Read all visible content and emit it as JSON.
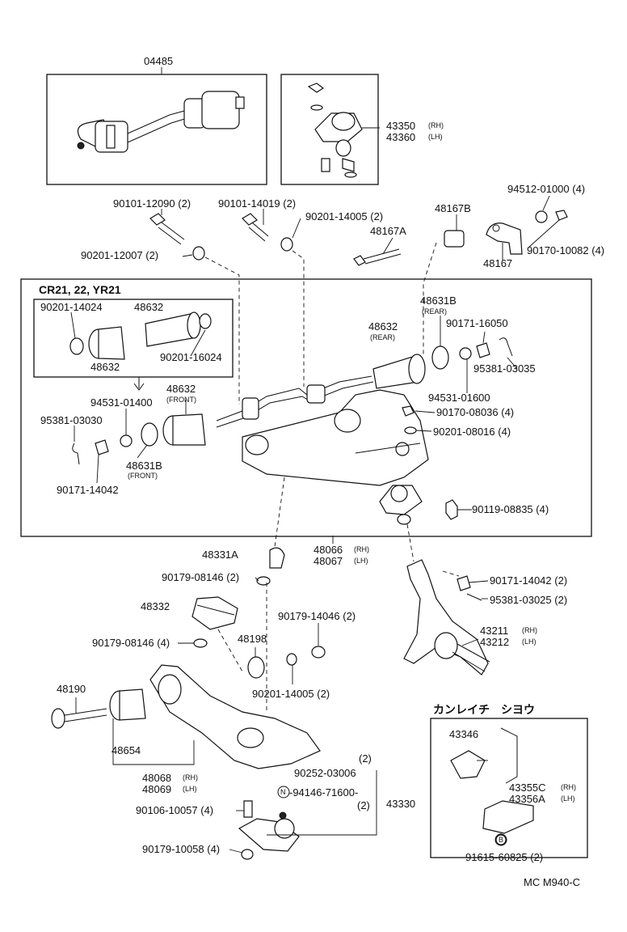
{
  "subgroup": {
    "title": "CR21, 22, YR21"
  },
  "inset": {
    "title": "カンレイチ　シヨウ"
  },
  "footer": {
    "code": "MC M940-C"
  },
  "labels": {
    "p04485": "04485",
    "p43350": "43350",
    "p43350q": "(RH)",
    "p43360": "43360",
    "p43360q": "(LH)",
    "p90101_12090": "90101-12090 (2)",
    "p90101_14019": "90101-14019 (2)",
    "p90201_14005a": "90201-14005 (2)",
    "p48167B": "48167B",
    "p48167A": "48167A",
    "p94512": "94512-01000 (4)",
    "p90201_12007": "90201-12007 (2)",
    "p48167": "48167",
    "p90170_10082": "90170-10082 (4)",
    "p90201_14024": "90201-14024",
    "p48632_inner": "48632",
    "p90201_16024": "90201-16024",
    "p48632_innerb": "48632",
    "p48631B_rear": "48631B",
    "p48631B_rear_q": "(REAR)",
    "p48632_rear": "48632",
    "p48632_rear_q": "(REAR)",
    "p90171_16050": "90171-16050",
    "p95381_03035": "95381-03035",
    "p94531_01600": "94531-01600",
    "p90170_08036": "90170-08036 (4)",
    "p90201_08016": "90201-08016 (4)",
    "p48632_front": "48632",
    "p48632_front_q": "(FRONT)",
    "p94531_01400": "94531-01400",
    "p95381_03030": "95381-03030",
    "p48631B_front": "48631B",
    "p48631B_front_q": "(FRONT)",
    "p90171_14042a": "90171-14042",
    "p90119_08835": "90119-08835 (4)",
    "p48331A": "48331A",
    "p48066": "48066",
    "p48066q": "(RH)",
    "p48067": "48067",
    "p48067q": "(LH)",
    "p90179_08146a": "90179-08146 (2)",
    "p90171_14042b": "90171-14042 (2)",
    "p95381_03025": "95381-03025 (2)",
    "p48332": "48332",
    "p90179_14046": "90179-14046 (2)",
    "p90179_08146b": "90179-08146 (4)",
    "p48198": "48198",
    "p43211": "43211",
    "p43211q": "(RH)",
    "p43212": "43212",
    "p43212q": "(LH)",
    "p90201_14005b": "90201-14005 (2)",
    "p48190": "48190",
    "p48654": "48654",
    "p48068": "48068",
    "p48068q": "(RH)",
    "p48069": "48069",
    "p48069q": "(LH)",
    "p90252_a": "(2)",
    "p90252": "90252-03006",
    "p94146": "-94146-71600-",
    "p94146q": "(2)",
    "p43330": "43330",
    "p90106": "90106-10057 (4)",
    "p90179_10058": "90179-10058 (4)",
    "p43346": "43346",
    "p43355C": "43355C",
    "p43355Cq": "(RH)",
    "p43356A": "43356A",
    "p43356Aq": "(LH)",
    "p91615": "91615-60825 (2)",
    "circleN": "N",
    "circleB": "B"
  }
}
